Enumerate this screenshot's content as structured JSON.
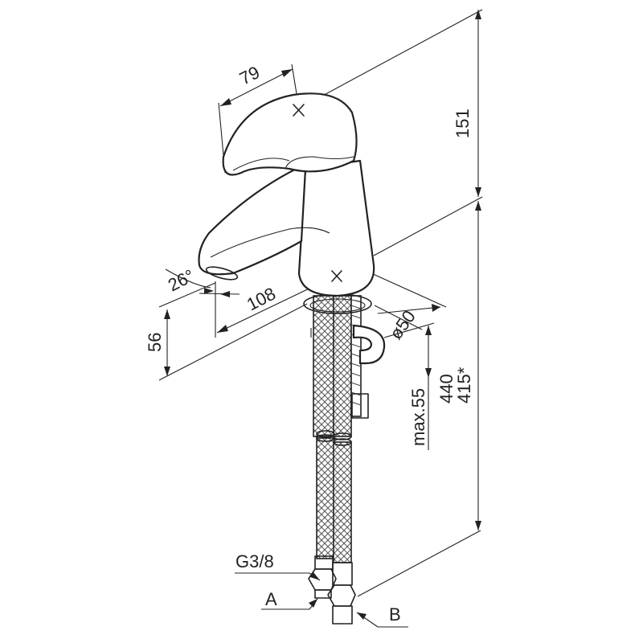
{
  "dimensions": {
    "lever_width": "79",
    "height_upper": "151",
    "spout_angle": "26°",
    "spout_reach": "108",
    "spout_height": "56",
    "base_diameter": "ø50",
    "counter_max": "max.55",
    "hose_length_a": "440",
    "hose_length_b": "415*"
  },
  "connections": {
    "thread": "G3/8",
    "inlet_a": "A",
    "inlet_b": "B"
  },
  "colors": {
    "line": "#222222",
    "background": "#ffffff"
  }
}
